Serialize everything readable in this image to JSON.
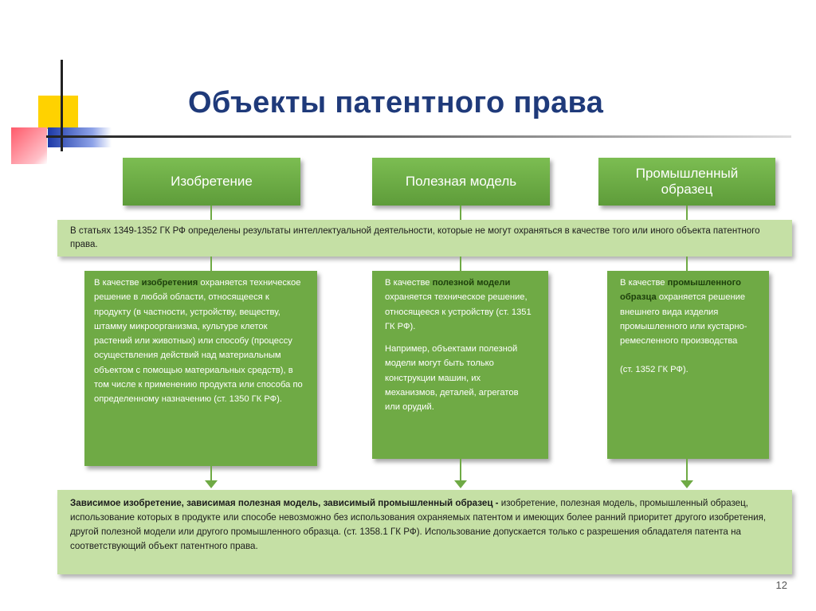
{
  "title": "Объекты патентного права",
  "headers": [
    "Изобретение",
    "Полезная модель",
    "Промышленный образец"
  ],
  "top_band": "В статьях 1349-1352 ГК РФ определены результаты интеллектуальной деятельности, которые  не могут охраняться в качестве того или иного объекта патентного права.",
  "cards": [
    {
      "pre": "В качестве ",
      "bold": "изобретения",
      "text": " охраняется техническое решение в любой области, относящееся к продукту  (в частности, устройству, веществу, штамму микроорганизма, культуре клеток растений или животных) или способу (процессу осуществления действий над материальным объектом с помощью материальных средств), в том числе к применению продукта  или способа по определенному назначению  (ст. 1350 ГК РФ)."
    },
    {
      "pre": "В качестве ",
      "bold": "полезной модели",
      "text": " охраняется техническое решение, относящееся к устройству (ст. 1351 ГК РФ).",
      "text2": "Например, объектами полезной модели могут быть только конструкции машин, их механизмов, деталей, агрегатов или орудий."
    },
    {
      "pre": "В качестве ",
      "bold": "промышленного образца",
      "text": " охраняется решение внешнего вида изделия промышленного или кустарно-ремесленного производства",
      "text2": "(ст. 1352 ГК РФ)."
    }
  ],
  "bottom_band": {
    "bold": "Зависимое изобретение, зависимая полезная модель, зависимый промышленный образец -",
    "text": " изобретение, полезная модель, промышленный образец, использование которых в продукте  или способе невозможно без использования охраняемых патентом и имеющих более ранний приоритет другого изобретения, другой полезной модели или другого промышленного образца. (ст. 1358.1 ГК РФ). Использование допускается только с разрешения обладателя патента на соответствующий объект патентного права."
  },
  "page_number": "12",
  "colors": {
    "title": "#1f3a7a",
    "green": "#6faa45",
    "light_green": "#c5e0a5"
  }
}
